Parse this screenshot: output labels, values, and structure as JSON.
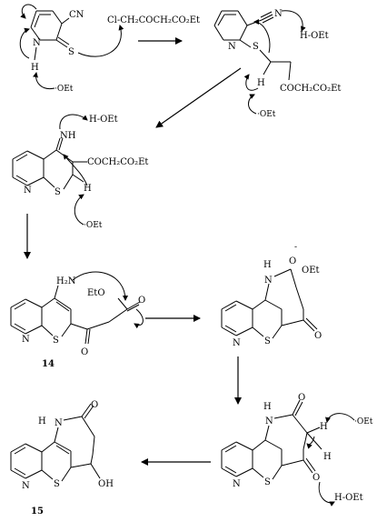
{
  "step1": {
    "reagent": "Cl-CH₂COCH₂CO₂Et",
    "cn": "CN",
    "s": "S",
    "n": "N",
    "h": "H",
    "base": "·OEt"
  },
  "step2": {
    "cn": "N",
    "s": "S",
    "n": "N",
    "hoet": "H-OEt",
    "h": "H",
    "chain": "COCH₂CO₂Et",
    "base": "·OEt"
  },
  "step3": {
    "nh": "NH",
    "hoet": "H-OEt",
    "chain": "COCH₂CO₂Et",
    "n": "N",
    "s": "S",
    "h": "H",
    "base": "·OEt"
  },
  "cmpd14": {
    "nh2": "H₂N",
    "eto": "EtO",
    "o1": "O",
    "o2": "O",
    "n": "N",
    "s": "S",
    "label": "14"
  },
  "inter5": {
    "o_minus": "O",
    "charge": "-",
    "oet": "OEt",
    "h": "H",
    "n1": "N",
    "o": "O",
    "n": "N",
    "s": "S"
  },
  "inter6": {
    "o1": "O",
    "h": "H",
    "n1": "N",
    "base": "·OEt",
    "h2": "H",
    "o2": "O",
    "hoet": "H-OEt",
    "n": "N",
    "s": "S"
  },
  "cmpd15": {
    "h": "H",
    "n1": "N",
    "o": "O",
    "oh": "OH",
    "n": "N",
    "s": "S",
    "label": "15"
  }
}
